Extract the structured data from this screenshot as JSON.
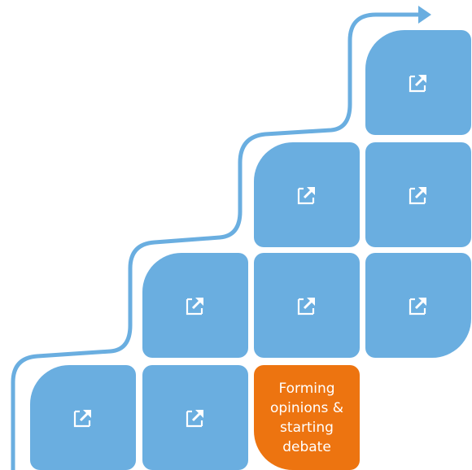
{
  "diagram": {
    "colors": {
      "tile": "#6aaee0",
      "highlight": "#ed7410",
      "path": "#6aaee0",
      "text": "#ffffff"
    },
    "tiles": [
      {
        "id": "r1c4",
        "icon": "external-link-icon",
        "highlighted": false
      },
      {
        "id": "r2c3",
        "icon": "external-link-icon",
        "highlighted": false
      },
      {
        "id": "r2c4",
        "icon": "external-link-icon",
        "highlighted": false
      },
      {
        "id": "r3c2",
        "icon": "external-link-icon",
        "highlighted": false
      },
      {
        "id": "r3c3",
        "icon": "external-link-icon",
        "highlighted": false
      },
      {
        "id": "r3c4",
        "icon": "external-link-icon",
        "highlighted": false
      },
      {
        "id": "r4c1",
        "icon": "external-link-icon",
        "highlighted": false
      },
      {
        "id": "r4c2",
        "icon": "external-link-icon",
        "highlighted": false
      },
      {
        "id": "r4c3",
        "icon": null,
        "highlighted": true,
        "label": "Forming opinions & starting debate"
      }
    ],
    "progress_path": {
      "style": "staircase-arrow",
      "direction": "up-right"
    }
  }
}
